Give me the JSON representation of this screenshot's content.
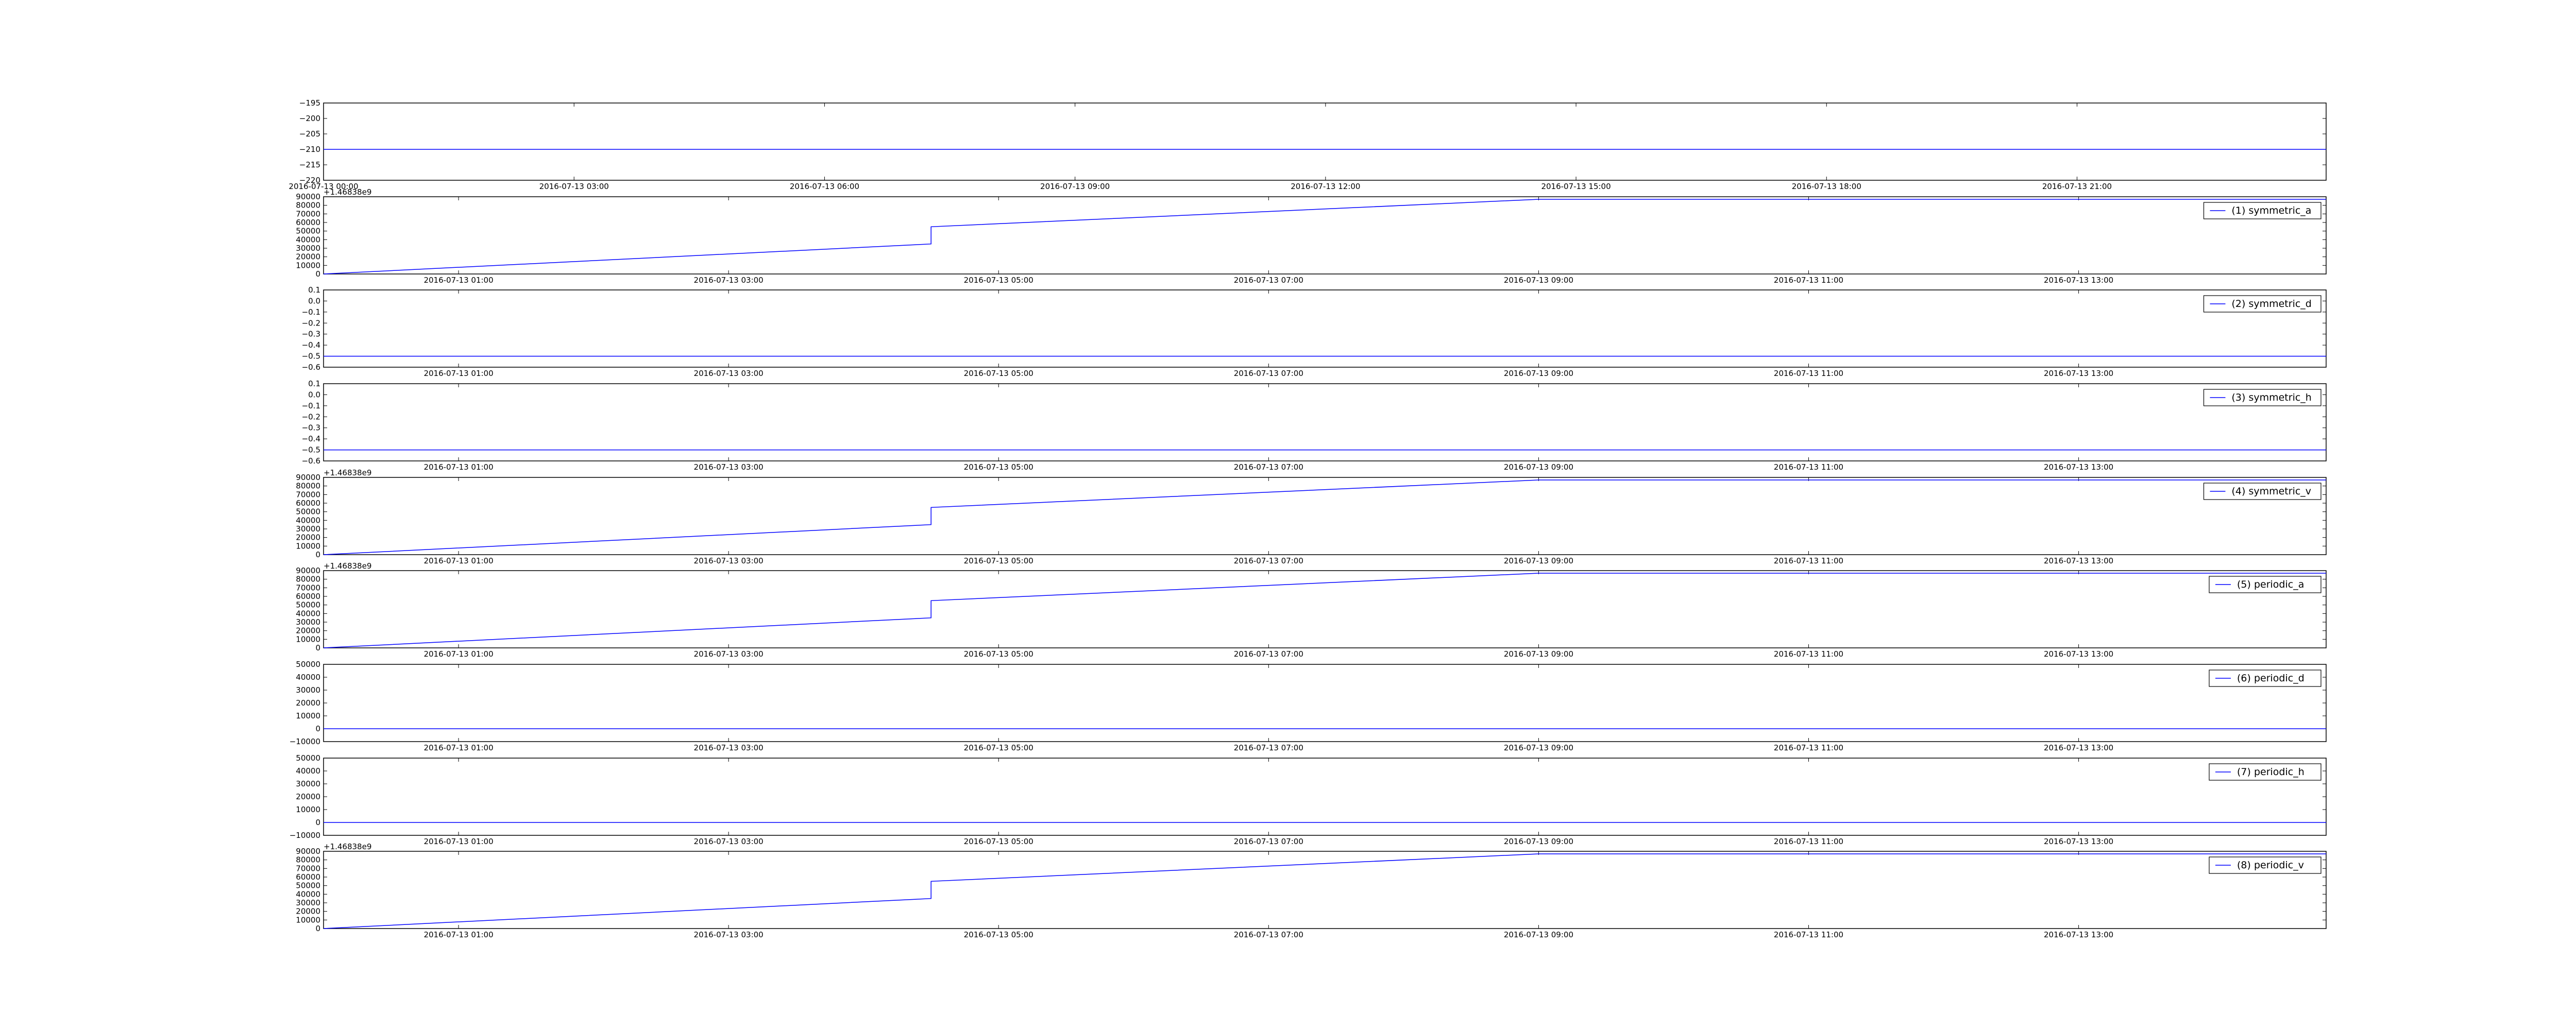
{
  "colors": {
    "line": "#0000ff",
    "axes": "#000000",
    "background": "#ffffff"
  },
  "chart_data": [
    {
      "type": "line",
      "legend": null,
      "offset_text": "",
      "x_range": [
        "2016-07-13 00:00",
        "2016-07-13 23:59"
      ],
      "ylim": [
        -220,
        -195
      ],
      "yticks": [
        "−195",
        "−200",
        "−205",
        "−210",
        "−215",
        "−220"
      ],
      "xticks": [
        "2016-07-13 00:00",
        "2016-07-13 03:00",
        "2016-07-13 06:00",
        "2016-07-13 09:00",
        "2016-07-13 12:00",
        "2016-07-13 15:00",
        "2016-07-13 18:00",
        "2016-07-13 21:00"
      ],
      "xtick_positions": [
        "2016-07-13 00:00",
        "2016-07-13 03:00",
        "2016-07-13 06:00",
        "2016-07-13 09:00",
        "2016-07-13 12:00",
        "2016-07-13 15:00",
        "2016-07-13 18:00",
        "2016-07-13 21:00"
      ],
      "x": [
        "2016-07-13 00:00",
        "2016-07-13 23:59"
      ],
      "y": [
        -210,
        -210
      ]
    },
    {
      "type": "line",
      "legend": "(1) symmetric_a",
      "offset_text": "+1.46838e9",
      "x_range": [
        "2016-07-13 00:00",
        "2016-07-13 14:50"
      ],
      "ylim": [
        0,
        90000
      ],
      "yticks": [
        "90000",
        "80000",
        "70000",
        "60000",
        "50000",
        "40000",
        "30000",
        "20000",
        "10000",
        "0"
      ],
      "xticks": [
        "2016-07-13 01:00",
        "2016-07-13 03:00",
        "2016-07-13 05:00",
        "2016-07-13 07:00",
        "2016-07-13 09:00",
        "2016-07-13 11:00",
        "2016-07-13 13:00"
      ],
      "xtick_positions": [
        "2016-07-13 01:00",
        "2016-07-13 03:00",
        "2016-07-13 05:00",
        "2016-07-13 07:00",
        "2016-07-13 09:00",
        "2016-07-13 11:00",
        "2016-07-13 13:00"
      ],
      "x": [
        "2016-07-13 00:00",
        "2016-07-13 04:30",
        "2016-07-13 04:30",
        "2016-07-13 09:00",
        "2016-07-13 14:50"
      ],
      "y": [
        0,
        35000,
        55000,
        87000,
        87000
      ]
    },
    {
      "type": "line",
      "legend": "(2) symmetric_d",
      "offset_text": "",
      "x_range": [
        "2016-07-13 00:00",
        "2016-07-13 14:50"
      ],
      "ylim": [
        -0.6,
        0.1
      ],
      "yticks": [
        "0.1",
        "0.0",
        "−0.1",
        "−0.2",
        "−0.3",
        "−0.4",
        "−0.5",
        "−0.6"
      ],
      "xticks": [
        "2016-07-13 01:00",
        "2016-07-13 03:00",
        "2016-07-13 05:00",
        "2016-07-13 07:00",
        "2016-07-13 09:00",
        "2016-07-13 11:00",
        "2016-07-13 13:00"
      ],
      "xtick_positions": [
        "2016-07-13 01:00",
        "2016-07-13 03:00",
        "2016-07-13 05:00",
        "2016-07-13 07:00",
        "2016-07-13 09:00",
        "2016-07-13 11:00",
        "2016-07-13 13:00"
      ],
      "x": [
        "2016-07-13 00:00",
        "2016-07-13 14:50"
      ],
      "y": [
        -0.5,
        -0.5
      ]
    },
    {
      "type": "line",
      "legend": "(3) symmetric_h",
      "offset_text": "",
      "x_range": [
        "2016-07-13 00:00",
        "2016-07-13 14:50"
      ],
      "ylim": [
        -0.6,
        0.1
      ],
      "yticks": [
        "0.1",
        "0.0",
        "−0.1",
        "−0.2",
        "−0.3",
        "−0.4",
        "−0.5",
        "−0.6"
      ],
      "xticks": [
        "2016-07-13 01:00",
        "2016-07-13 03:00",
        "2016-07-13 05:00",
        "2016-07-13 07:00",
        "2016-07-13 09:00",
        "2016-07-13 11:00",
        "2016-07-13 13:00"
      ],
      "xtick_positions": [
        "2016-07-13 01:00",
        "2016-07-13 03:00",
        "2016-07-13 05:00",
        "2016-07-13 07:00",
        "2016-07-13 09:00",
        "2016-07-13 11:00",
        "2016-07-13 13:00"
      ],
      "x": [
        "2016-07-13 00:00",
        "2016-07-13 14:50"
      ],
      "y": [
        -0.5,
        -0.5
      ]
    },
    {
      "type": "line",
      "legend": "(4) symmetric_v",
      "offset_text": "+1.46838e9",
      "x_range": [
        "2016-07-13 00:00",
        "2016-07-13 14:50"
      ],
      "ylim": [
        0,
        90000
      ],
      "yticks": [
        "90000",
        "80000",
        "70000",
        "60000",
        "50000",
        "40000",
        "30000",
        "20000",
        "10000",
        "0"
      ],
      "xticks": [
        "2016-07-13 01:00",
        "2016-07-13 03:00",
        "2016-07-13 05:00",
        "2016-07-13 07:00",
        "2016-07-13 09:00",
        "2016-07-13 11:00",
        "2016-07-13 13:00"
      ],
      "xtick_positions": [
        "2016-07-13 01:00",
        "2016-07-13 03:00",
        "2016-07-13 05:00",
        "2016-07-13 07:00",
        "2016-07-13 09:00",
        "2016-07-13 11:00",
        "2016-07-13 13:00"
      ],
      "x": [
        "2016-07-13 00:00",
        "2016-07-13 04:30",
        "2016-07-13 04:30",
        "2016-07-13 09:00",
        "2016-07-13 14:50"
      ],
      "y": [
        0,
        35000,
        55000,
        87000,
        87000
      ]
    },
    {
      "type": "line",
      "legend": "(5) periodic_a",
      "offset_text": "+1.46838e9",
      "x_range": [
        "2016-07-13 00:00",
        "2016-07-13 14:50"
      ],
      "ylim": [
        0,
        90000
      ],
      "yticks": [
        "90000",
        "80000",
        "70000",
        "60000",
        "50000",
        "40000",
        "30000",
        "20000",
        "10000",
        "0"
      ],
      "xticks": [
        "2016-07-13 01:00",
        "2016-07-13 03:00",
        "2016-07-13 05:00",
        "2016-07-13 07:00",
        "2016-07-13 09:00",
        "2016-07-13 11:00",
        "2016-07-13 13:00"
      ],
      "xtick_positions": [
        "2016-07-13 01:00",
        "2016-07-13 03:00",
        "2016-07-13 05:00",
        "2016-07-13 07:00",
        "2016-07-13 09:00",
        "2016-07-13 11:00",
        "2016-07-13 13:00"
      ],
      "x": [
        "2016-07-13 00:00",
        "2016-07-13 04:30",
        "2016-07-13 04:30",
        "2016-07-13 09:00",
        "2016-07-13 14:50"
      ],
      "y": [
        0,
        35000,
        55000,
        87000,
        87000
      ]
    },
    {
      "type": "line",
      "legend": "(6) periodic_d",
      "offset_text": "",
      "x_range": [
        "2016-07-13 00:00",
        "2016-07-13 14:50"
      ],
      "ylim": [
        -10000,
        50000
      ],
      "yticks": [
        "50000",
        "40000",
        "30000",
        "20000",
        "10000",
        "0",
        "−10000"
      ],
      "xticks": [
        "2016-07-13 01:00",
        "2016-07-13 03:00",
        "2016-07-13 05:00",
        "2016-07-13 07:00",
        "2016-07-13 09:00",
        "2016-07-13 11:00",
        "2016-07-13 13:00"
      ],
      "xtick_positions": [
        "2016-07-13 01:00",
        "2016-07-13 03:00",
        "2016-07-13 05:00",
        "2016-07-13 07:00",
        "2016-07-13 09:00",
        "2016-07-13 11:00",
        "2016-07-13 13:00"
      ],
      "x": [
        "2016-07-13 00:00",
        "2016-07-13 14:50"
      ],
      "y": [
        0,
        0
      ]
    },
    {
      "type": "line",
      "legend": "(7) periodic_h",
      "offset_text": "",
      "x_range": [
        "2016-07-13 00:00",
        "2016-07-13 14:50"
      ],
      "ylim": [
        -10000,
        50000
      ],
      "yticks": [
        "50000",
        "40000",
        "30000",
        "20000",
        "10000",
        "0",
        "−10000"
      ],
      "xticks": [
        "2016-07-13 01:00",
        "2016-07-13 03:00",
        "2016-07-13 05:00",
        "2016-07-13 07:00",
        "2016-07-13 09:00",
        "2016-07-13 11:00",
        "2016-07-13 13:00"
      ],
      "xtick_positions": [
        "2016-07-13 01:00",
        "2016-07-13 03:00",
        "2016-07-13 05:00",
        "2016-07-13 07:00",
        "2016-07-13 09:00",
        "2016-07-13 11:00",
        "2016-07-13 13:00"
      ],
      "x": [
        "2016-07-13 00:00",
        "2016-07-13 14:50"
      ],
      "y": [
        0,
        0
      ]
    },
    {
      "type": "line",
      "legend": "(8) periodic_v",
      "offset_text": "+1.46838e9",
      "x_range": [
        "2016-07-13 00:00",
        "2016-07-13 14:50"
      ],
      "ylim": [
        0,
        90000
      ],
      "yticks": [
        "90000",
        "80000",
        "70000",
        "60000",
        "50000",
        "40000",
        "30000",
        "20000",
        "10000",
        "0"
      ],
      "xticks": [
        "2016-07-13 01:00",
        "2016-07-13 03:00",
        "2016-07-13 05:00",
        "2016-07-13 07:00",
        "2016-07-13 09:00",
        "2016-07-13 11:00",
        "2016-07-13 13:00"
      ],
      "xtick_positions": [
        "2016-07-13 01:00",
        "2016-07-13 03:00",
        "2016-07-13 05:00",
        "2016-07-13 07:00",
        "2016-07-13 09:00",
        "2016-07-13 11:00",
        "2016-07-13 13:00"
      ],
      "x": [
        "2016-07-13 00:00",
        "2016-07-13 04:30",
        "2016-07-13 04:30",
        "2016-07-13 09:00",
        "2016-07-13 14:50"
      ],
      "y": [
        0,
        35000,
        55000,
        87000,
        87000
      ]
    }
  ]
}
